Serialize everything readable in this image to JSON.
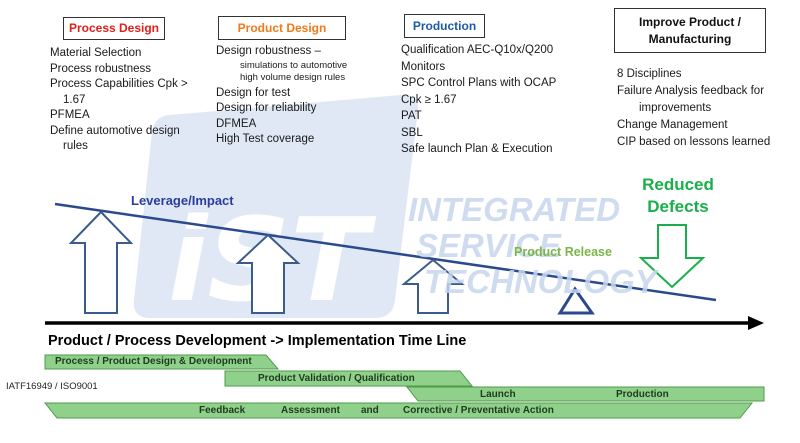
{
  "columns": [
    {
      "title": "Process Design",
      "title_color": "#e0201b",
      "items": [
        "Material Selection",
        "Process robustness",
        "Process Capabilities Cpk >",
        "1.67",
        "PFMEA",
        "Define automotive design",
        "rules"
      ]
    },
    {
      "title": "Product Design",
      "title_color": "#f07a1a",
      "items": [
        "Design robustness –",
        "simulations  to automotive",
        "high volume design rules",
        "Design for test",
        "Design for reliability",
        "DFMEA",
        "High Test coverage"
      ]
    },
    {
      "title": "Production",
      "title_color": "#1d5aa6",
      "items": [
        "Qualification AEC-Q10x/Q200",
        "Monitors",
        "SPC Control Plans with OCAP",
        "Cpk ≥ 1.67",
        "PAT",
        "SBL",
        "Safe launch Plan & Execution"
      ]
    },
    {
      "title_line1": "Improve Product /",
      "title_line2": "Manufacturing",
      "title_color": "#111111",
      "items": [
        "8 Disciplines",
        "Failure Analysis feedback for",
        "improvements",
        "Change Management",
        "CIP based on lessons learned"
      ]
    }
  ],
  "annotations": {
    "leverage": "Leverage/Impact",
    "leverage_color": "#2a3d9e",
    "product_release": "Product Release",
    "product_release_color": "#7ab648",
    "reduced_line1": "Reduced",
    "reduced_line2": "Defects",
    "reduced_color": "#19b04b"
  },
  "watermark": {
    "line1": "INTEGRATED",
    "line2": "SERVICE",
    "line3": "TECHNOLOGY",
    "logo_text": "iST",
    "color": "#c7d6ee"
  },
  "timeline": {
    "label_part1": "Product / Process Development  ->  Implementation Time Line"
  },
  "certification": "IATF16949 / ISO9001",
  "phases": {
    "design_dev": "Process / Product Design & Development",
    "validation": "Product Validation / Qualification",
    "launch": "Launch",
    "production": "Production",
    "feedback_words": [
      "Feedback",
      "Assessment",
      "and",
      "Corrective / Preventative Action"
    ]
  },
  "colors": {
    "arrow_outline": "#3b5b8c",
    "band_fill": "#8fd18b",
    "band_stroke": "#4f9a4a",
    "green_arrow": "#19b04b"
  }
}
